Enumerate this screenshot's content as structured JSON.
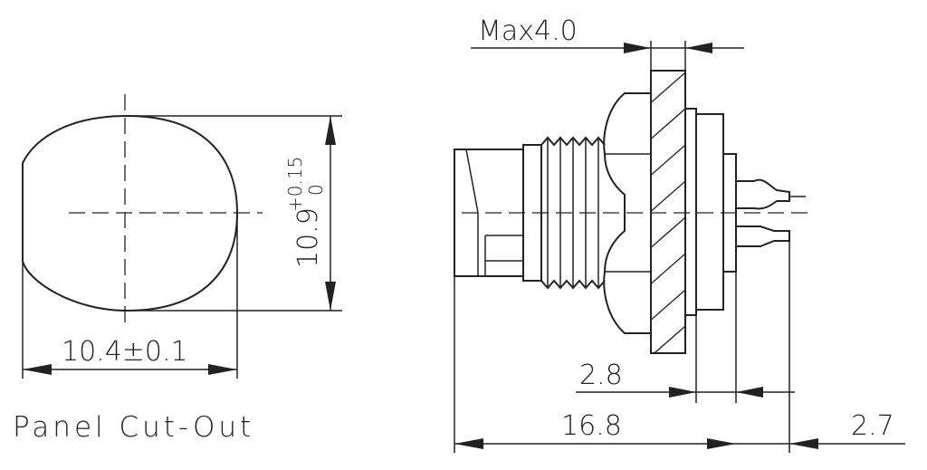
{
  "cutout": {
    "title": "Panel Cut-Out",
    "width_label": "10.4±0.1",
    "height_base": "10.9",
    "height_tol_upper": "+0.15",
    "height_tol_lower": "0"
  },
  "side_view": {
    "max_label": "Max4.0",
    "dim_2_8": "2.8",
    "dim_16_8": "16.8",
    "dim_2_7": "2.7"
  }
}
